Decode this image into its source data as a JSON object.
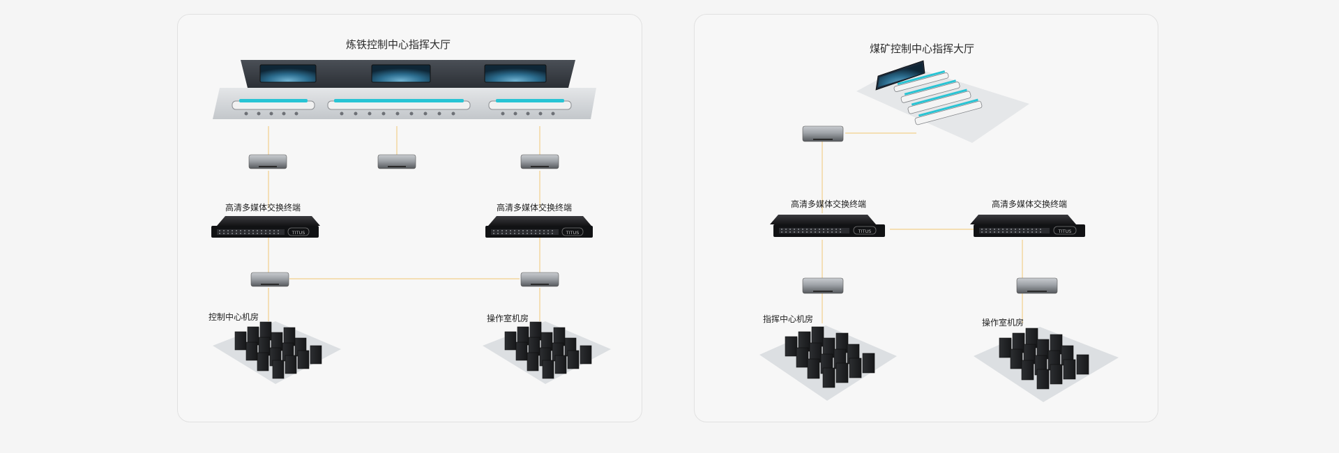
{
  "panels": [
    {
      "title": "炼铁控制中心指挥大厅",
      "terminal_labels": [
        "高清多媒体交换终端",
        "高清多媒体交换终端"
      ],
      "room_labels": [
        "控制中心机房",
        "操作室机房"
      ]
    },
    {
      "title": "煤矿控制中心指挥大厅",
      "terminal_labels": [
        "高清多媒体交换终端",
        "高清多媒体交换终端"
      ],
      "room_labels": [
        "指挥中心机房",
        "操作室机房"
      ]
    }
  ],
  "device_brand": "TITUS",
  "colors": {
    "connector": "#f2cf8a",
    "panel_bg": "#f7f7f7",
    "panel_border": "#e1e1e1",
    "screen": "#1f5a7a",
    "console_accent": "#28c4d4"
  }
}
